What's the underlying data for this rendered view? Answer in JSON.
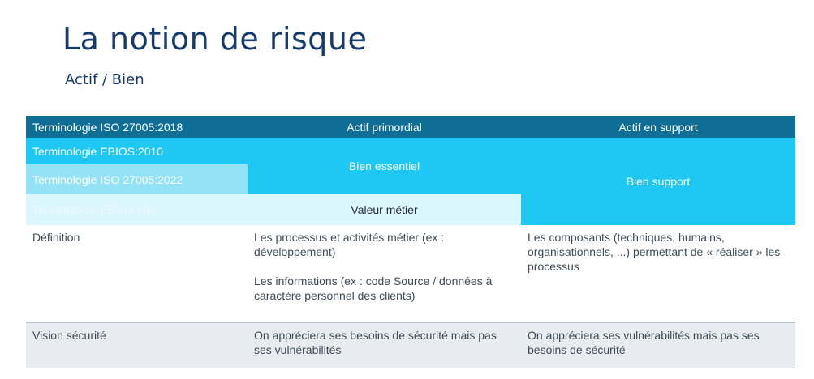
{
  "title": "La notion de risque",
  "subtitle": "Actif / Bien",
  "table": {
    "header": {
      "col1": "Terminologie ISO 27005:2018",
      "col2": "Actif primordial",
      "col3": "Actif en support"
    },
    "rows": {
      "ebios2010": "Terminologie EBIOS:2010",
      "iso2022": "Terminologie ISO 27005:2022",
      "ebiosrm": "Terminologie EBIOS RM",
      "bien_essentiel": "Bien essentiel",
      "valeur_metier": "Valeur métier",
      "bien_support": "Bien support"
    },
    "definition": {
      "label": "Définition",
      "primordial_p1": "Les processus et activités métier (ex : développement)",
      "primordial_p2": "Les informations (ex : code Source / données à caractère personnel des clients)",
      "support": "Les composants (techniques, humains, organisationnels, ...) permettant de « réaliser » les processus"
    },
    "vision": {
      "label": "Vision sécurité",
      "primordial": "On appréciera ses besoins de sécurité mais pas ses vulnérabilités",
      "support": "On appréciera ses vulnérabilités mais pas ses besoins de sécurité"
    }
  },
  "colors": {
    "header": "#0e6e95",
    "cyan": "#1ec8f2",
    "light_cyan": "#94e2f6",
    "pale_blue": "#dcf6fd",
    "grey_row": "#e8ecf0",
    "title": "#163a6e"
  }
}
